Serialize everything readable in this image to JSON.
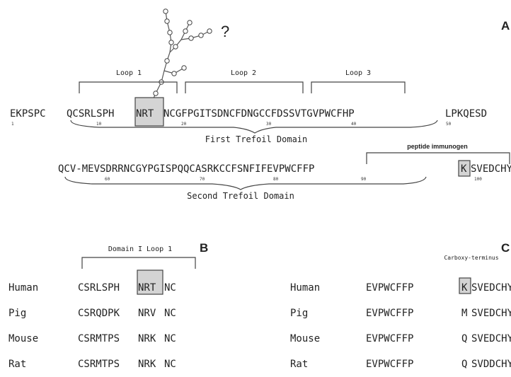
{
  "panels": {
    "a": "A",
    "b": "B",
    "c": "C"
  },
  "glycan_marker": "?",
  "loops": [
    "Loop 1",
    "Loop 2",
    "Loop 3"
  ],
  "sequence_1": {
    "seg1": "EKPSPC",
    "seg2": "QCSRLSPH",
    "seg3": "NRT",
    "seg4": "NCGFPGITSDNCFDNGCCFDSSVTGVPWCFHP",
    "seg5": "LPKQESD",
    "numbers": [
      "1",
      "10",
      "20",
      "30",
      "40",
      "50"
    ]
  },
  "domain1_label": "First Trefoil Domain",
  "peptide_label": "peptide immunogen",
  "sequence_2": {
    "seg1": "QCV-MEVSDRRNCGYPGISPQQCASRKCCFSNFIFEVPWCFFP",
    "seg2": "K",
    "seg3": "SVEDCHY",
    "numbers": [
      "60",
      "70",
      "80",
      "90",
      "100"
    ]
  },
  "domain2_label": "Second Trefoil Domain",
  "panel_b": {
    "header": "Domain I Loop 1",
    "rows": [
      {
        "species": "Human",
        "pre": "CSRLSPH",
        "mid": "NRT",
        "post": "NC"
      },
      {
        "species": "Pig",
        "pre": "CSRQDPK",
        "mid": "NRV",
        "post": "NC"
      },
      {
        "species": "Mouse",
        "pre": "CSRMTPS",
        "mid": "NRK",
        "post": "NC"
      },
      {
        "species": "Rat",
        "pre": "CSRMTPS",
        "mid": "NRK",
        "post": "NC"
      }
    ]
  },
  "panel_c": {
    "header": "Carboxy-terminus",
    "rows": [
      {
        "species": "Human",
        "pre": "EVPWCFFP",
        "mid": "K",
        "post": "SVEDCHY"
      },
      {
        "species": "Pig",
        "pre": "EVPWCFFP",
        "mid": "M",
        "post": "SVEDCHY"
      },
      {
        "species": "Mouse",
        "pre": "EVPWCFFP",
        "mid": "Q",
        "post": "SVEDCHY"
      },
      {
        "species": "Rat",
        "pre": "EVPWCFFP",
        "mid": "Q",
        "post": "SVDDCHY"
      }
    ]
  },
  "colors": {
    "ink": "#222222",
    "highlight": "#d4d4d4",
    "line": "#444444"
  }
}
